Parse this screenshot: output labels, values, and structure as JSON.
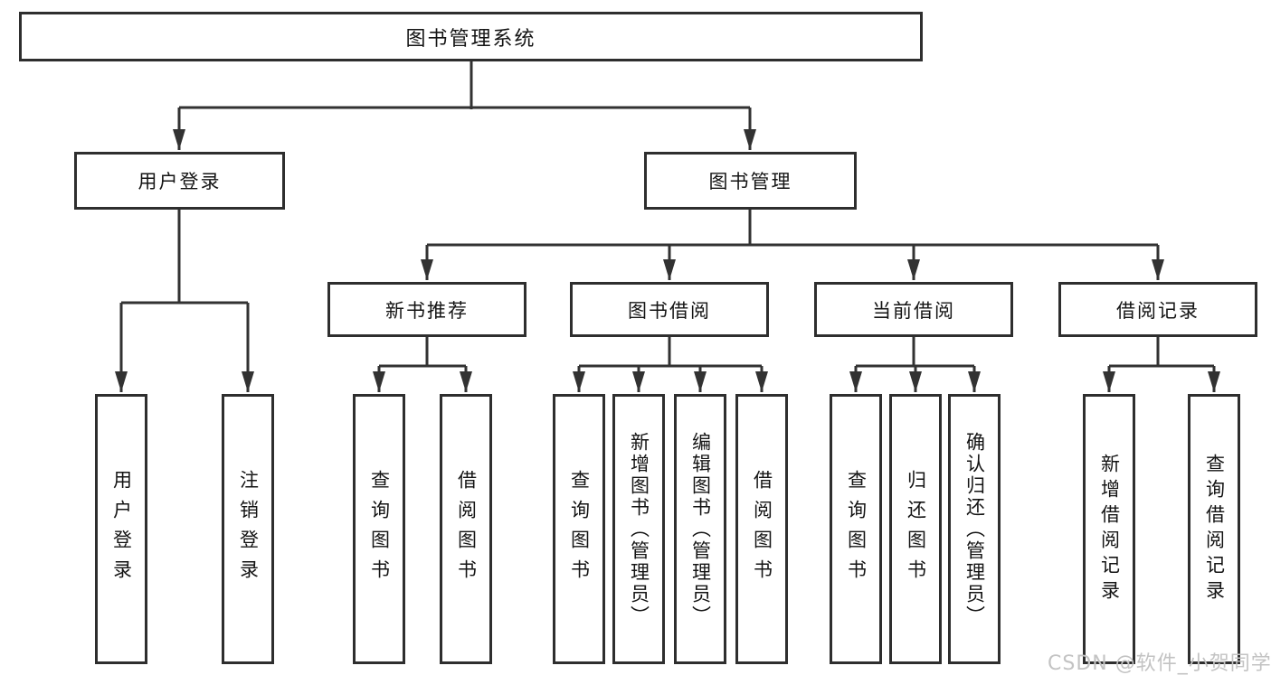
{
  "diagram": {
    "type": "hierarchy-tree",
    "nodes": {
      "root": "图书管理系统",
      "l2": [
        "用户登录",
        "图书管理"
      ],
      "l3": [
        "新书推荐",
        "图书借阅",
        "当前借阅",
        "借阅记录"
      ],
      "leaves": [
        "用户登录",
        "注销登录",
        "查询图书",
        "借阅图书",
        "查询图书",
        "新增图书（管理员）",
        "编辑图书（管理员）",
        "借阅图书",
        "查询图书",
        "归还图书",
        "确认归还（管理员）",
        "新增借阅记录",
        "查询借阅记录"
      ]
    },
    "hierarchy": [
      {
        "parent": "图书管理系统",
        "children": [
          "用户登录",
          "图书管理"
        ]
      },
      {
        "parent": "用户登录",
        "children": [
          "用户登录",
          "注销登录"
        ]
      },
      {
        "parent": "图书管理",
        "children": [
          "新书推荐",
          "图书借阅",
          "当前借阅",
          "借阅记录"
        ]
      },
      {
        "parent": "新书推荐",
        "children": [
          "查询图书",
          "借阅图书"
        ]
      },
      {
        "parent": "图书借阅",
        "children": [
          "查询图书",
          "新增图书（管理员）",
          "编辑图书（管理员）",
          "借阅图书"
        ]
      },
      {
        "parent": "当前借阅",
        "children": [
          "查询图书",
          "归还图书",
          "确认归还（管理员）"
        ]
      },
      {
        "parent": "借阅记录",
        "children": [
          "新增借阅记录",
          "查询借阅记录"
        ]
      }
    ],
    "colors": {
      "background": "#ffffff",
      "box_border": "#2e2e2e",
      "connector": "#323232",
      "text": "#141414",
      "watermark": "#c3c3c3"
    }
  },
  "watermark": {
    "text": "CSDN @软件_小贺同学"
  }
}
